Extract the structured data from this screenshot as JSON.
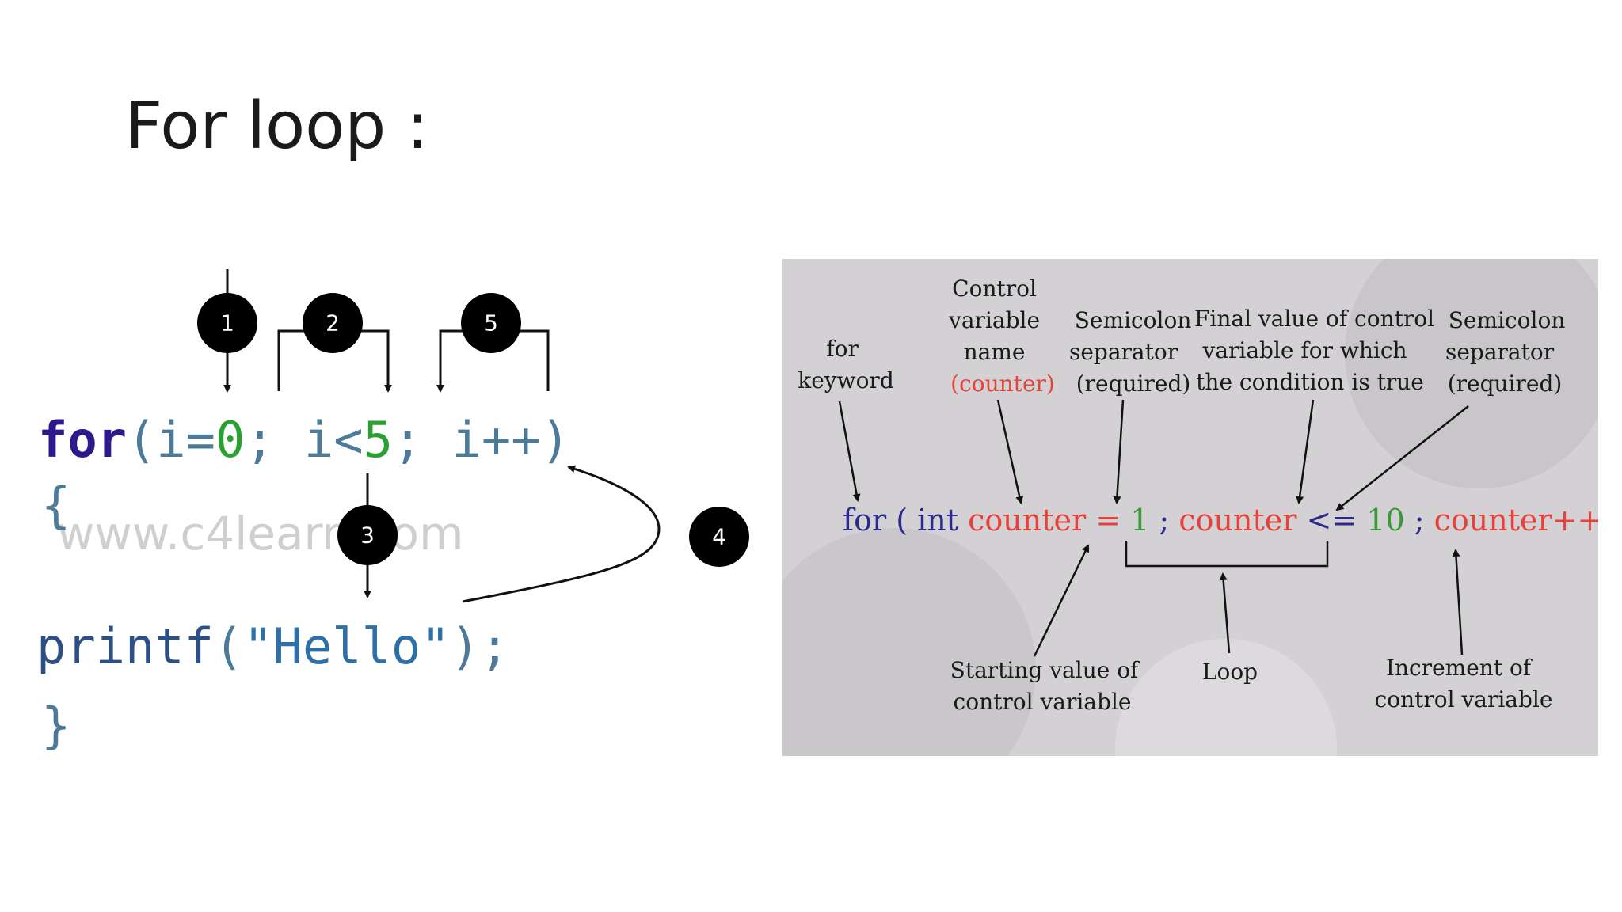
{
  "title": "For loop :",
  "left": {
    "code_line1": {
      "kw": "for",
      "p1": "(i=",
      "n0": "0",
      "p2": "; i<",
      "n5": "5",
      "p3": "; i++)"
    },
    "brace_open": "{",
    "watermark": "www.c4learn.com",
    "code_line2": {
      "fn": "printf",
      "p1": "(",
      "str": "\"Hello\"",
      "p2": ");"
    },
    "brace_close": "}",
    "badges": [
      "1",
      "2",
      "5",
      "3",
      "4"
    ]
  },
  "right": {
    "annotations": {
      "for_keyword": [
        "for",
        "keyword"
      ],
      "control_name": [
        "Control",
        "variable",
        "name"
      ],
      "control_name_paren": "(counter)",
      "semicolon1": [
        "Semicolon",
        "separator",
        "(required)"
      ],
      "final_value": [
        "Final value of control",
        "variable for which",
        "the condition is true"
      ],
      "semicolon2": [
        "Semicolon",
        "separator",
        "(required)"
      ],
      "starting_value": [
        "Starting value of",
        "control variable"
      ],
      "loop": "Loop",
      "increment": [
        "Increment of",
        "control variable"
      ]
    },
    "statement": {
      "for": "for",
      "open": "(",
      "int": "int",
      "counter1": "counter",
      "eq": "=",
      "one": "1",
      "semi1": ";",
      "counter2": "counter",
      "le": "<=",
      "ten": "10",
      "semi2": ";",
      "counter3": "counter",
      "pp": "++",
      "close": ")"
    }
  },
  "colors": {
    "keyword": "#2a1a8c",
    "number": "#2aa033",
    "red": "#e8413a",
    "panel": "#d3d1d4"
  }
}
